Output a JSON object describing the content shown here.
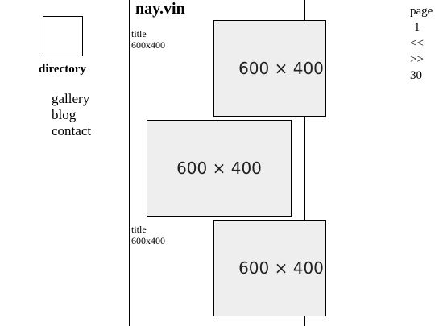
{
  "site": {
    "title": "nay.vin"
  },
  "sidebar": {
    "heading": "directory",
    "items": [
      {
        "label": "gallery"
      },
      {
        "label": "blog"
      },
      {
        "label": "contact"
      }
    ]
  },
  "posts": [
    {
      "caption_title": "title",
      "caption_size": "600x400",
      "thumb_label": "600 × 400"
    },
    {
      "caption_title": "",
      "caption_size": "",
      "thumb_label": "600 × 400"
    },
    {
      "caption_title": "title",
      "caption_size": "600x400",
      "thumb_label": "600 × 400"
    }
  ],
  "pager": {
    "label": "page",
    "current": "1",
    "prev": "<<",
    "next": ">>",
    "total": "30"
  }
}
